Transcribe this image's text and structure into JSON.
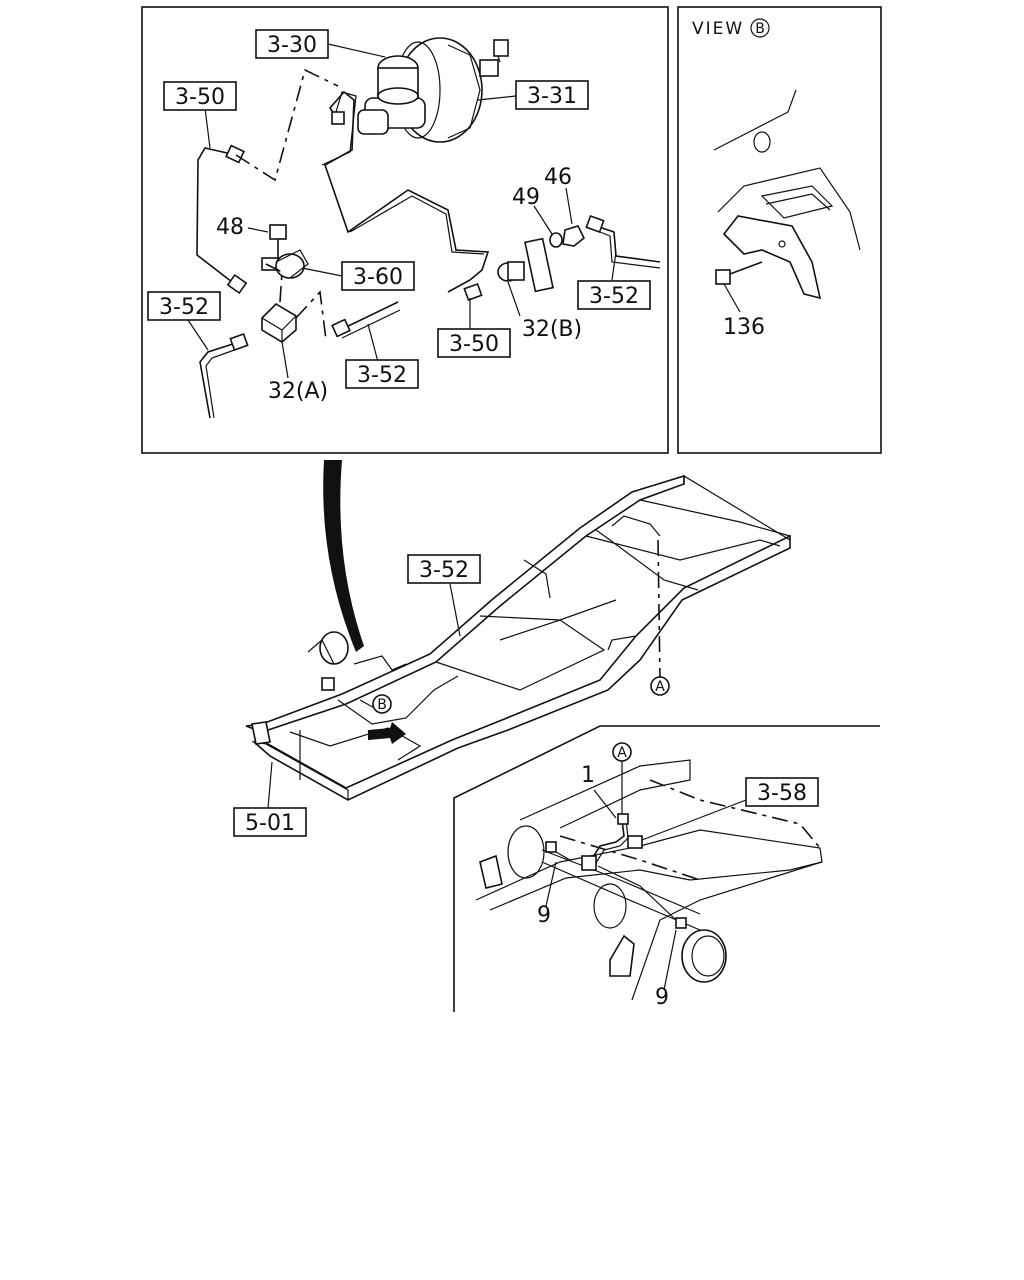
{
  "view_title": "VIEW",
  "view_title_ref": "B",
  "callouts": {
    "c3_30": "3-30",
    "c3_31": "3-31",
    "c3_50_top": "3-50",
    "c3_50_mid": "3-50",
    "c3_52_left": "3-52",
    "c3_52_mid": "3-52",
    "c3_52_right": "3-52",
    "c3_52_frame": "3-52",
    "c3_60": "3-60",
    "c3_58": "3-58",
    "c5_01": "5-01"
  },
  "part_numbers": {
    "p48": "48",
    "p49": "49",
    "p46": "46",
    "p32a": "32(A)",
    "p32b": "32(B)",
    "p136": "136",
    "p1": "1",
    "p9_left": "9",
    "p9_right": "9"
  },
  "refs": {
    "a_frame": "A",
    "a_detail": "A",
    "b_frame": "B"
  }
}
